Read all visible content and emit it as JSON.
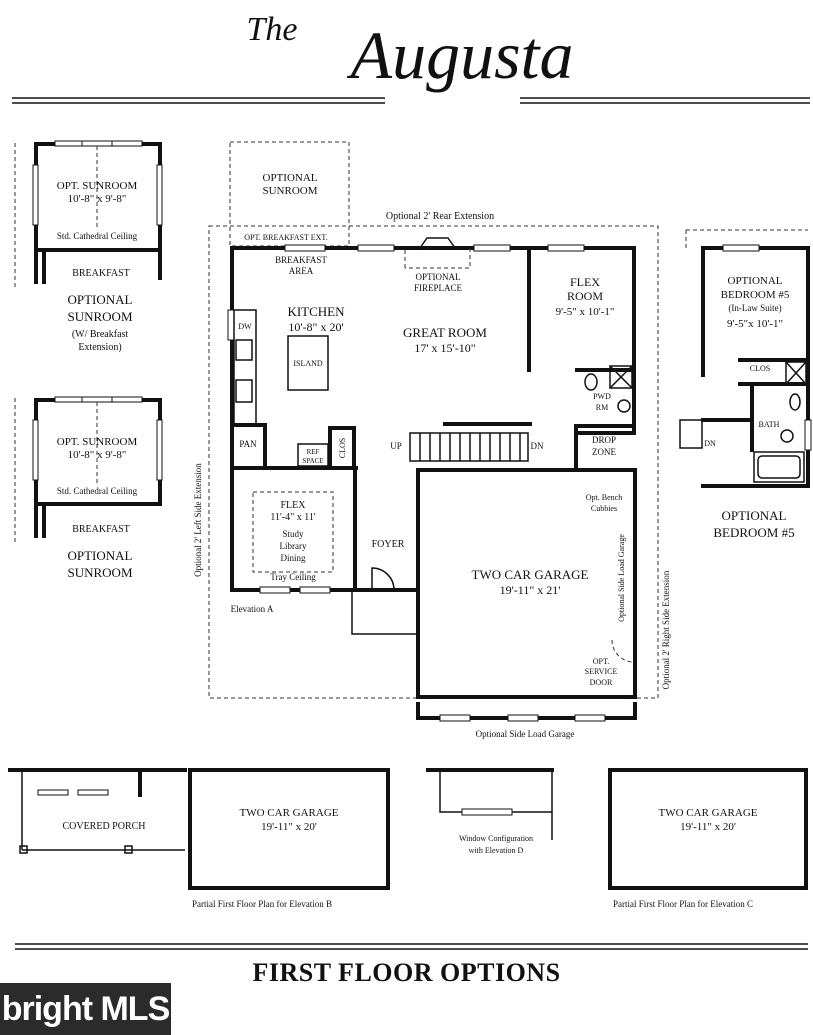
{
  "title": {
    "the": "The",
    "name": "Augusta"
  },
  "footer": {
    "heading": "FIRST FLOOR OPTIONS",
    "logo": "bright MLS"
  },
  "rooms": {
    "opt_sunroom_top": "OPTIONAL",
    "opt_sunroom_top2": "SUNROOM",
    "rear_ext": "Optional 2' Rear Extension",
    "breakfast_ext": "OPT. BREAKFAST EXT.",
    "breakfast_area1": "BREAKFAST",
    "breakfast_area2": "AREA",
    "opt_fireplace1": "OPTIONAL",
    "opt_fireplace2": "FIREPLACE",
    "kitchen": "KITCHEN",
    "kitchen_dim": "10'-8\" x 20'",
    "island": "ISLAND",
    "dw": "DW",
    "great_room": "GREAT ROOM",
    "great_room_dim": "17' x 15'-10\"",
    "flex_room1": "FLEX",
    "flex_room2": "ROOM",
    "flex_room_dim": "9'-5\" x 10'-1\"",
    "pwd_rm1": "PWD",
    "pwd_rm2": "RM",
    "drop_zone1": "DROP",
    "drop_zone2": "ZONE",
    "bench1": "Opt. Bench",
    "bench2": "Cubbies",
    "pan": "PAN",
    "ref1": "REF",
    "ref2": "SPACE",
    "clos": "CLOS",
    "up": "UP",
    "dn": "DN",
    "flex": "FLEX",
    "flex_dim": "11'-4\" x 11'",
    "study": "Study",
    "library": "Library",
    "dining": "Dining",
    "tray": "Tray Ceiling",
    "foyer": "FOYER",
    "garage": "TWO CAR GARAGE",
    "garage_dim": "19'-11\" x  21'",
    "opt_side_load": "Optional Side Load Garage",
    "opt_service1": "OPT.",
    "opt_service2": "SERVICE",
    "opt_service3": "DOOR",
    "left_ext": "Optional 2' Left Side Extension",
    "right_ext": "Optional 2' Right Side Extension",
    "elevation_a": "Elevation A",
    "side_load_bottom": "Optional Side Load Garage"
  },
  "sunroom_a": {
    "label1": "OPT. SUNROOM",
    "dim": "10'-8\" x 9'-8\"",
    "ceiling": "Std. Cathedral Ceiling",
    "breakfast": "BREAKFAST",
    "caption1": "OPTIONAL",
    "caption2": "SUNROOM",
    "caption3": "(W/ Breakfast",
    "caption4": "Extension)"
  },
  "sunroom_b": {
    "label1": "OPT. SUNROOM",
    "dim": "10'-8\" x 9'-8\"",
    "ceiling": "Std. Cathedral Ceiling",
    "breakfast": "BREAKFAST",
    "caption1": "OPTIONAL",
    "caption2": "SUNROOM"
  },
  "bedroom5": {
    "label1": "OPTIONAL",
    "label2": "BEDROOM #5",
    "suite": "(In-Law Suite)",
    "dim": "9'-5\"x 10'-1\"",
    "clos": "CLOS",
    "bath": "BATH",
    "dn": "DN",
    "caption1": "OPTIONAL",
    "caption2": "BEDROOM #5"
  },
  "elev_b": {
    "porch": "COVERED PORCH",
    "garage": "TWO CAR GARAGE",
    "garage_dim": "19'-11\" x 20'",
    "caption": "Partial First Floor Plan for Elevation B"
  },
  "elev_c": {
    "window1": "Window Configuration",
    "window2": "with Elevation D",
    "garage": "TWO CAR GARAGE",
    "garage_dim": "19'-11\" x 20'",
    "caption": "Partial First Floor Plan for Elevation C"
  }
}
